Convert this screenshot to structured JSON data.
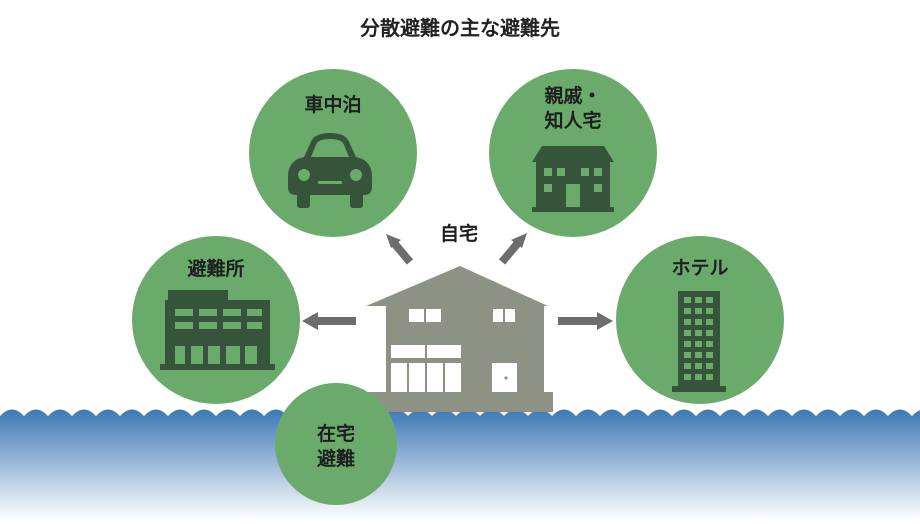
{
  "title": "分散避難の主な避難先",
  "home": {
    "label": "自宅"
  },
  "destinations": [
    {
      "id": "car",
      "line1": "車中泊",
      "line2": "",
      "icon": "car-icon"
    },
    {
      "id": "relatives",
      "line1": "親戚・",
      "line2": "知人宅",
      "icon": "house-icon"
    },
    {
      "id": "shelter",
      "line1": "避難所",
      "line2": "",
      "icon": "shelter-building-icon"
    },
    {
      "id": "hotel",
      "line1": "ホテル",
      "line2": "",
      "icon": "hotel-building-icon"
    },
    {
      "id": "stay-home",
      "line1": "在宅",
      "line2": "避難",
      "icon": ""
    }
  ],
  "colors": {
    "circle": "#6aab6b",
    "icon": "#35543a",
    "house": "#8c9284",
    "arrow": "#6d6d6d",
    "water_top": "#3d78b4",
    "water_bottom": "#ffffff"
  }
}
